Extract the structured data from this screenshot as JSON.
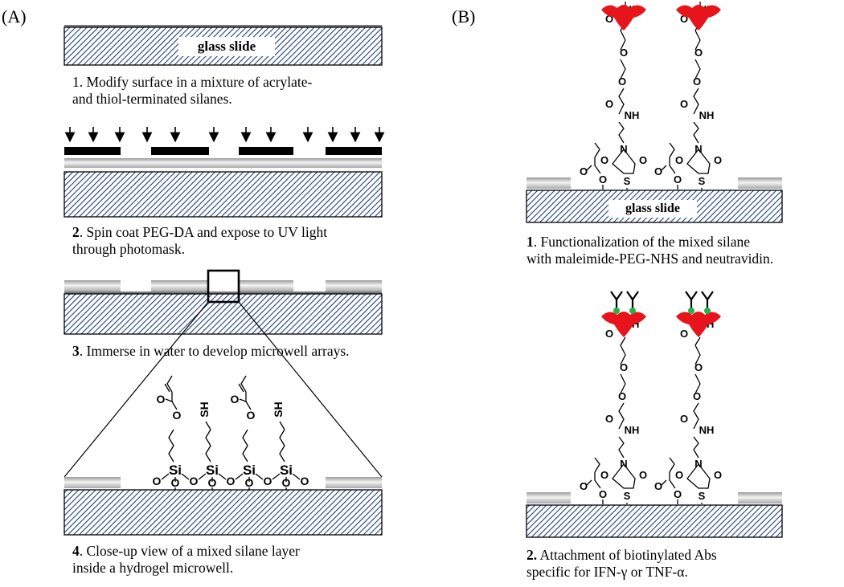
{
  "panels": {
    "a": {
      "letter": "(A)",
      "slide_text": "glass slide",
      "steps": [
        {
          "num": "1.",
          "line1": " Modify surface in a mixture of acrylate-",
          "line2": "and  thiol-terminated silanes."
        },
        {
          "num": "2",
          "line1": ". Spin coat PEG-DA and expose to UV light",
          "line2": "through  photomask."
        },
        {
          "num": "3",
          "line1": ". Immerse in water to develop microwell arrays.",
          "line2": ""
        },
        {
          "num": "4",
          "line1": ". Close-up view of a mixed silane layer",
          "line2": " inside a hydrogel microwell."
        }
      ],
      "atoms": {
        "si": "Si",
        "o": "O",
        "sh": "SH"
      }
    },
    "b": {
      "letter": "(B)",
      "slide_text": "glass slide",
      "steps": [
        {
          "num": "1",
          "line1": ". Functionalization of the mixed silane",
          "line2": "with maleimide-PEG-NHS and neutravidin."
        },
        {
          "num": "2.",
          "line1": " Attachment of  biotinylated Abs",
          "line2": "specific for IFN-γ or TNF-α."
        }
      ],
      "atoms": {
        "o": "O",
        "nh": "NH",
        "n": "N",
        "s": "S"
      }
    }
  },
  "colors": {
    "hatch_line": "#1f3f78",
    "hydrogel_gray": "#bdbdbd",
    "neutravidin": "#e8141c",
    "biotin_dot": "#22b34a",
    "mask_black": "#000000"
  }
}
